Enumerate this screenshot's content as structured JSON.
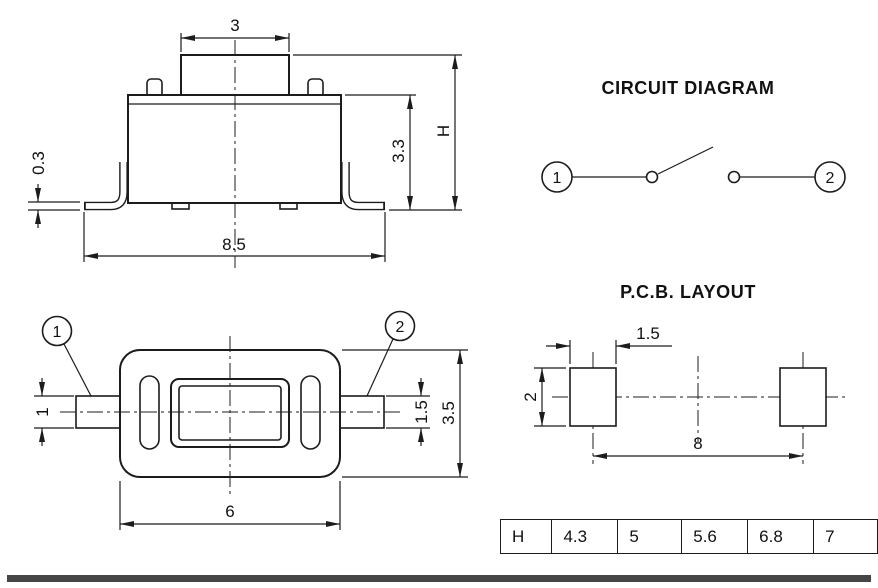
{
  "front_view": {
    "dim_button_width": "3",
    "dim_body_height": "3.3",
    "dim_total_height": "H",
    "dim_leg_thickness": "0.3",
    "dim_overall_width": "8.5"
  },
  "top_view": {
    "balloon_1": "1",
    "balloon_2": "2",
    "dim_pin_width": "1",
    "dim_pin_length": "1.5",
    "dim_body_depth": "3.5",
    "dim_body_width": "6"
  },
  "circuit_diagram": {
    "title": "CIRCUIT DIAGRAM",
    "terminal_1": "1",
    "terminal_2": "2"
  },
  "pcb_layout": {
    "title": "P.C.B. LAYOUT",
    "dim_pad_width": "1.5",
    "dim_pad_height": "2",
    "dim_pad_pitch": "8"
  },
  "dimension_table": {
    "header": "H",
    "values": [
      "4.3",
      "5",
      "5.6",
      "6.8",
      "7"
    ]
  }
}
